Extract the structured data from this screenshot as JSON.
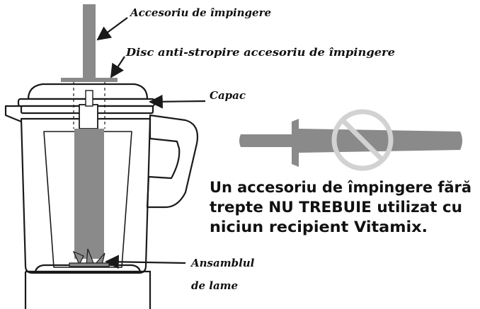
{
  "labels": {
    "tamper": "Accesoriu de împingere",
    "splash_disc": "Disc anti-stropire accesoriu de împingere",
    "lid": "Capac",
    "blade_line1": "Ansamblul",
    "blade_line2": "de lame"
  },
  "warning": {
    "line1": "Un accesoriu de împingere fără",
    "line2": "trepte NU TREBUIE utilizat cu",
    "line3": "niciun recipient Vitamix."
  },
  "colors": {
    "outline": "#1a1a1a",
    "tamper_fill": "#8a8a8a",
    "prohibition": "#d2d2d2",
    "text": "#111111"
  },
  "icons": {
    "prohibition": "no-symbol-icon"
  }
}
